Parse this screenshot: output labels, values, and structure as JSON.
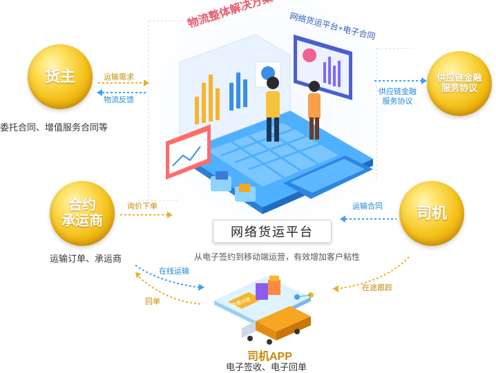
{
  "center": {
    "solution_title": "物流整体解决方案",
    "platform_title": "网络货运平台+电子合同",
    "platform_label": "网络货运平台",
    "platform_desc": "从电子签约到移动端运营，有效增加客户粘性"
  },
  "shipper": {
    "name": "货主",
    "caption": "委托合同、增值服务合同等",
    "arrow_out": "运输需求",
    "arrow_in": "物流反馈"
  },
  "supply_chain": {
    "name_line1": "供应链金融",
    "name_line2": "服务协议",
    "arrow_label_line1": "供应链金融",
    "arrow_label_line2": "服务协议"
  },
  "carrier": {
    "name_line1": "合约",
    "name_line2": "承运商",
    "caption": "运输订单、承运商",
    "arrow_label": "询价下单"
  },
  "driver": {
    "name": "司机",
    "arrow_label": "运输合同",
    "tracking_label": "在途跟踪"
  },
  "app": {
    "title": "司机APP",
    "caption": "电子签收、电子回单",
    "online_label": "在线运输",
    "return_label": "回单",
    "screen_button": "查看详情"
  },
  "colors": {
    "gold": "#f5c31d",
    "blue": "#1e88d8",
    "orange": "#f39c12",
    "laptop_blue": "#3aa0ff"
  }
}
